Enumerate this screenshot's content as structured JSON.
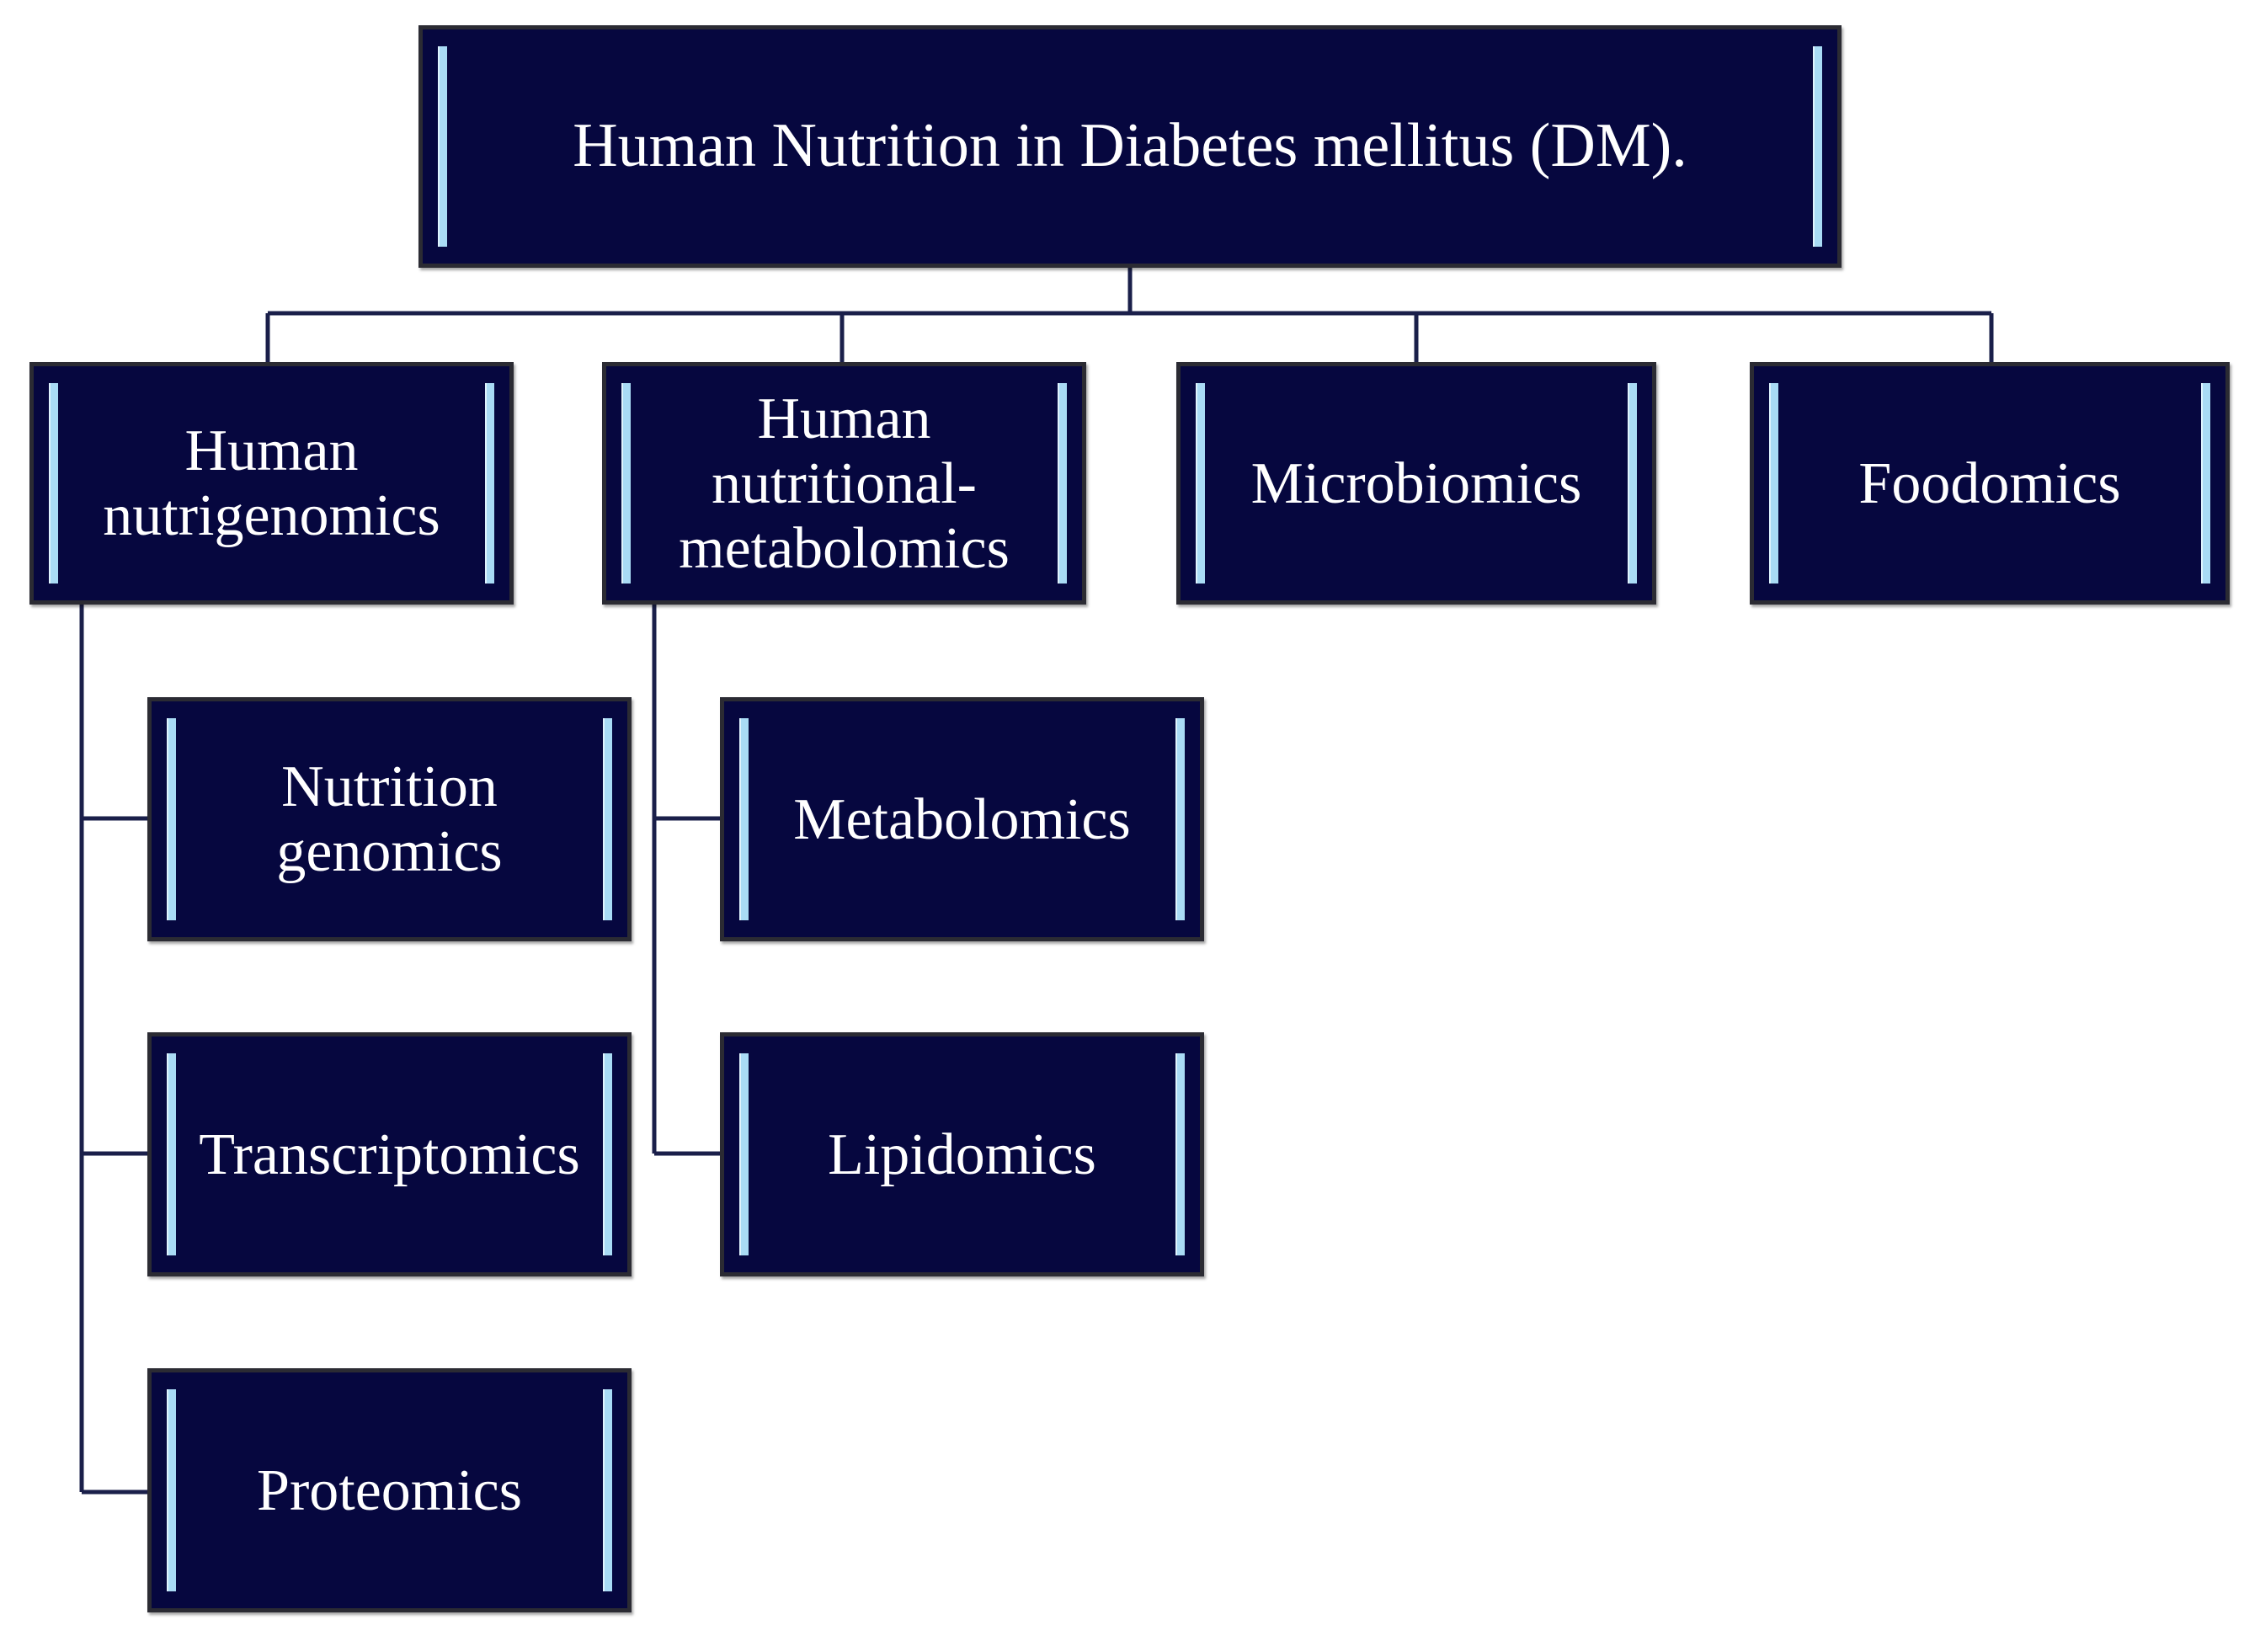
{
  "root": {
    "label": "Human Nutrition in Diabetes mellitus (DM)."
  },
  "level1": [
    {
      "label": "Human\nnutrigenomics"
    },
    {
      "label": "Human\nnutritional-\nmetabolomics"
    },
    {
      "label": "Microbiomics"
    },
    {
      "label": "Foodomics"
    }
  ],
  "nutrigenomics_children": [
    {
      "label": "Nutrition\ngenomics"
    },
    {
      "label": "Transcriptomics"
    },
    {
      "label": "Proteomics"
    }
  ],
  "metabolomics_children": [
    {
      "label": "Metabolomics"
    },
    {
      "label": "Lipidomics"
    }
  ],
  "colors": {
    "box_fill": "#06073f",
    "box_accent": "#a9dbf5",
    "connector": "#1a1f4a",
    "text": "#ffffff"
  }
}
